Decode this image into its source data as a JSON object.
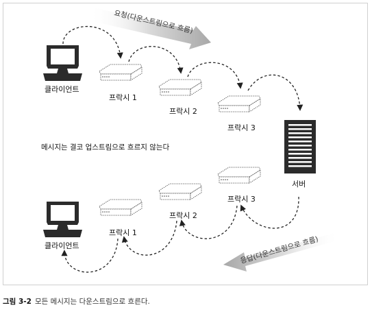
{
  "diagram": {
    "request_label": "요청(다운스트림으로 흐름)",
    "response_label": "응답(다운스트림으로 흐름)",
    "top": {
      "client_label": "클라이언트",
      "proxy1_label": "프락시 1",
      "proxy2_label": "프락시 2",
      "proxy3_label": "프락시 3"
    },
    "note": "메시지는 결코 업스트림으로 흐르지 않는다",
    "server_label": "서버",
    "bottom": {
      "client_label": "클라이언트",
      "proxy1_label": "프락시 1",
      "proxy2_label": "프락시 2",
      "proxy3_label": "프락시 3"
    }
  },
  "caption": {
    "figure_number": "그림 3-2",
    "text": "모든 메시지는 다운스트림으로 흐른다."
  }
}
